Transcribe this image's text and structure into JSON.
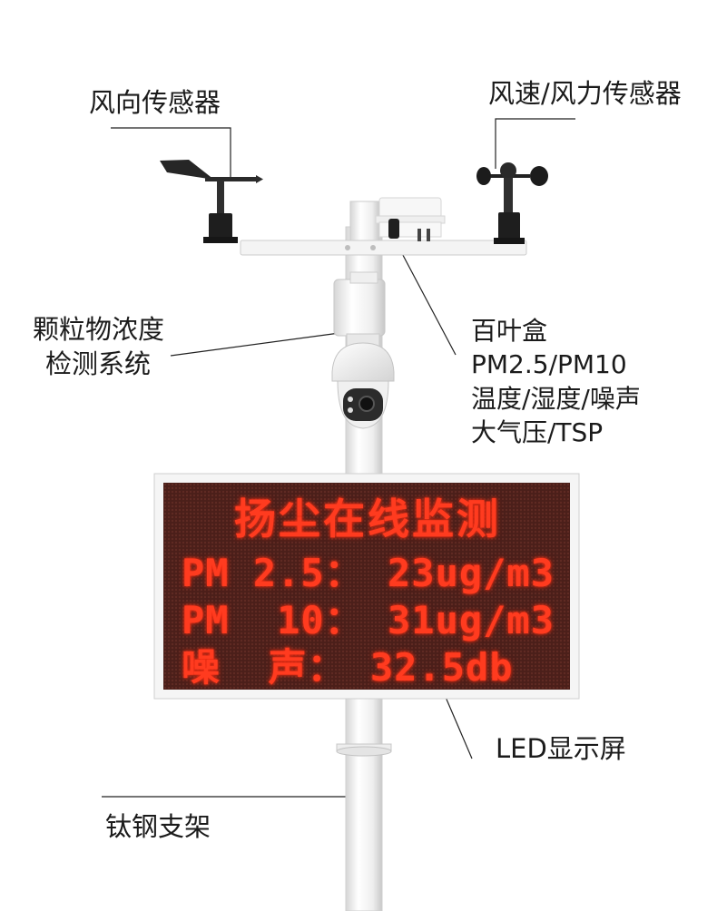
{
  "labels": {
    "wind_direction": "风向传感器",
    "wind_speed": "风速/风力传感器",
    "particulate_line1": "颗粒物浓度",
    "particulate_line2": "检测系统",
    "louver_box": [
      "百叶盒",
      "PM2.5/PM10",
      "温度/湿度/噪声",
      "大气压/TSP"
    ],
    "led_screen": "LED显示屏",
    "support": "钛钢支架"
  },
  "led_display": {
    "title": "扬尘在线监测",
    "rows": [
      "PM 2.5： 23ug/m3",
      "PM  10： 31ug/m3",
      "噪  声： 32.5db"
    ]
  },
  "colors": {
    "led_text": "#ff3b1f",
    "led_panel": "#4a2620",
    "pole": "#f2f2f2",
    "sensor_dark": "#1e1e1e"
  }
}
